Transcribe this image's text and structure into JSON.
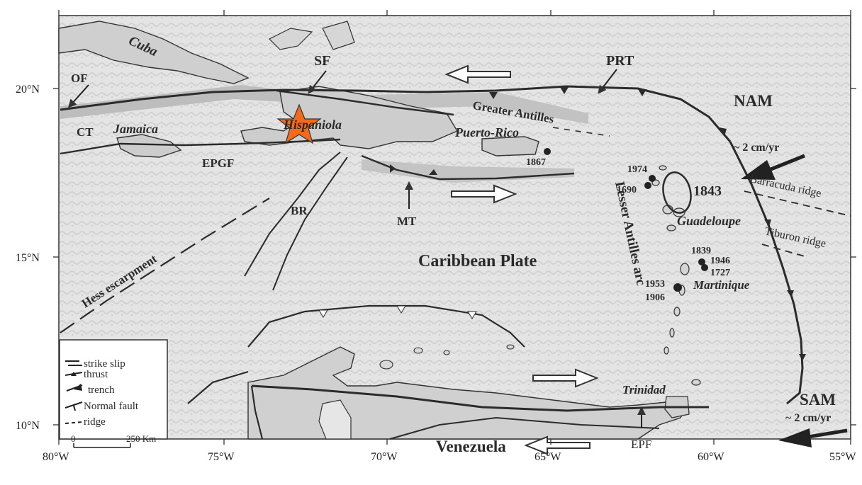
{
  "axes": {
    "x_ticks": [
      "80°W",
      "75°W",
      "70°W",
      "65°W",
      "60°W",
      "55°W"
    ],
    "y_ticks": [
      "20°N",
      "15°N",
      "10°N"
    ]
  },
  "labels": {
    "cuba": "Cuba",
    "of": "OF",
    "sf": "SF",
    "prt": "PRT",
    "nam": "NAM",
    "ct": "CT",
    "jamaica": "Jamaica",
    "hispaniola": "Hispaniola",
    "greater_antilles": "Greater Antilles",
    "puerto_rico": "Puerto-Rico",
    "epgf": "EPGF",
    "br": "BR",
    "mt": "MT",
    "caribbean_plate": "Caribbean Plate",
    "hess": "Hess escarpment",
    "lesser_antilles": "Lesser Antilles arc",
    "guadeloupe": "Guadeloupe",
    "martinique": "Martinique",
    "barracuda": "Barracuda ridge",
    "tiburon": "Tiburon ridge",
    "rate_nam": "~ 2 cm/yr",
    "sam": "SAM",
    "rate_sam": "~ 2 cm/yr",
    "trinidad": "Trinidad",
    "venezuela": "Venezuela",
    "epf": "EPF",
    "eq_1867": "1867",
    "eq_1974": "1974",
    "eq_1690": "1690",
    "eq_1843": "1843",
    "eq_1839": "1839",
    "eq_1946": "1946",
    "eq_1727": "1727",
    "eq_1953": "1953",
    "eq_1906": "1906"
  },
  "legend": {
    "strike_slip": "strike slip",
    "thrust": "thrust",
    "trench": "trench",
    "normal_fault": "Normal fault",
    "ridge": "ridge",
    "scale_zero": "0",
    "scale_label": "250 Km"
  },
  "colors": {
    "sea_shade": "#dcdcdc",
    "land": "#c9c9c9",
    "trough": "#b3b3b3",
    "star": "#f26b1d"
  },
  "marker": {
    "icon": "star-icon",
    "location": "Hispaniola (Haiti)"
  }
}
